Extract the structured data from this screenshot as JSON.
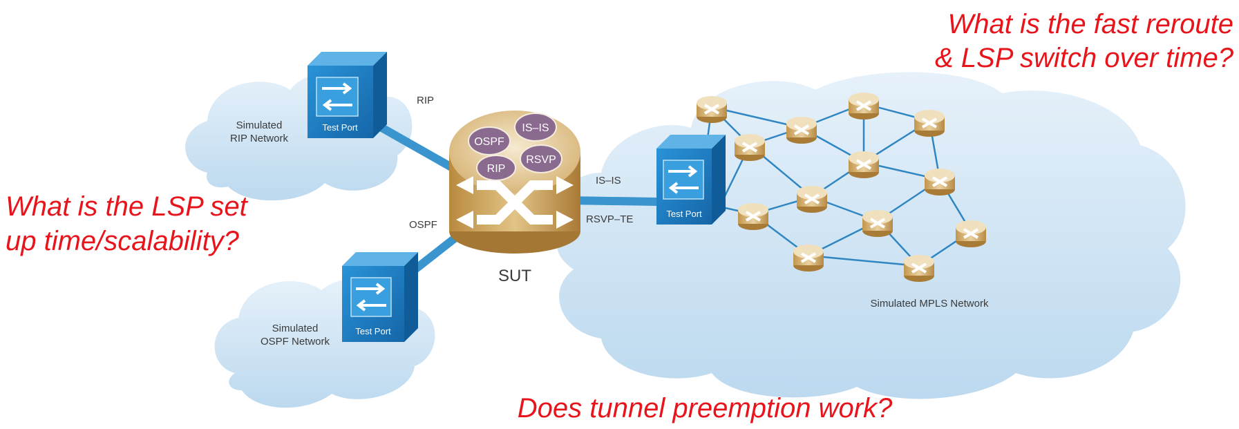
{
  "questions": {
    "fast_reroute_line1": "What is the fast reroute",
    "fast_reroute_line2": "& LSP switch over time?",
    "lsp_setup_line1": "What is the LSP set",
    "lsp_setup_line2": "up time/scalability?",
    "preemption": "Does tunnel preemption work?"
  },
  "clouds": {
    "rip_line1": "Simulated",
    "rip_line2": "RIP Network",
    "ospf_line1": "Simulated",
    "ospf_line2": "OSPF Network",
    "mpls": "Simulated MPLS Network"
  },
  "test_ports": {
    "rip": "Test Port",
    "ospf": "Test Port",
    "mpls": "Test Port"
  },
  "links": {
    "rip": "RIP",
    "ospf": "OSPF",
    "isis": "IS–IS",
    "rsvp_te": "RSVP–TE"
  },
  "sut": {
    "label": "SUT",
    "protocols": [
      "OSPF",
      "IS–IS",
      "RIP",
      "RSVP"
    ]
  },
  "colors": {
    "question_red": "#e8141c",
    "test_port_blue": "#1a7fc6",
    "cloud_blue": "#d4e8f6",
    "link_blue": "#3a95cf",
    "router_gold": "#caa56a",
    "protocol_purple": "#8a6a8f"
  }
}
